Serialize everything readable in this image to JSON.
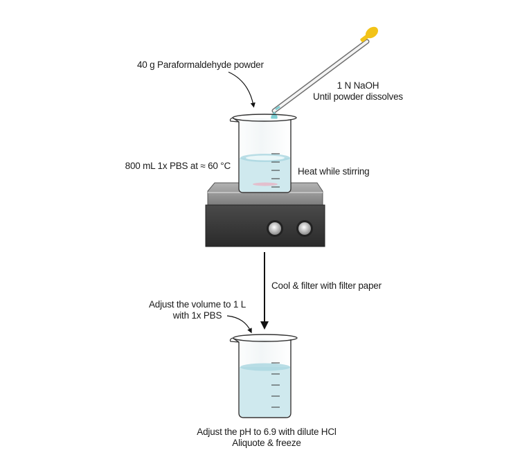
{
  "labels": {
    "paraformaldehyde": "40 g Paraformaldehyde powder",
    "naoh_line1": "1 N NaOH",
    "naoh_line2": "Until powder dissolves",
    "pbs_heat": "800 mL 1x PBS at ≈ 60 °C",
    "heat_stir": "Heat while stirring",
    "cool_filter": "Cool & filter with filter paper",
    "adjust_volume_line1": "Adjust the volume to 1 L",
    "adjust_volume_line2": "with 1x PBS",
    "adjust_ph_line1": "Adjust the pH to 6.9 with dilute HCl",
    "adjust_ph_line2": "Aliquote & freeze"
  },
  "colors": {
    "liquid": "#cfe9ee",
    "liquid_dark": "#a9d6e0",
    "dropper_bulb": "#f2c318",
    "drop": "#7fcfd3",
    "hotplate_top": "#9a9a9a",
    "hotplate_body": "#3a3a3a",
    "knob": "#d8d8d8"
  },
  "beakers": {
    "top_tick_count": 5,
    "bottom_tick_count": 5
  }
}
